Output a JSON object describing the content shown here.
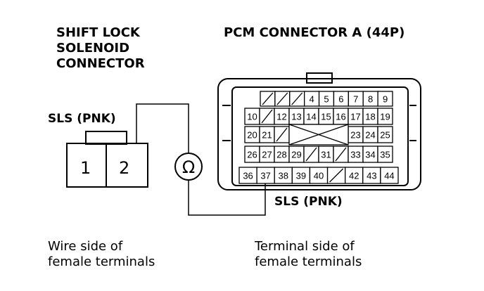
{
  "left": {
    "title_lines": [
      "SHIFT LOCK",
      "SOLENOID",
      "CONNECTOR"
    ],
    "wire_label": "SLS (PNK)",
    "pins": [
      "1",
      "2"
    ],
    "caption_lines": [
      "Wire side of",
      "female terminals"
    ]
  },
  "right": {
    "title": "PCM CONNECTOR A (44P)",
    "wire_label": "SLS (PNK)",
    "caption_lines": [
      "Terminal side of",
      "female terminals"
    ],
    "rows": [
      [
        "/",
        "/",
        "/",
        "4",
        "5",
        "6",
        "7",
        "8",
        "9"
      ],
      [
        "10",
        "/",
        "12",
        "13",
        "14",
        "15",
        "16",
        "17",
        "18",
        "19"
      ],
      [
        "20",
        "21",
        "/",
        "",
        "",
        "",
        "",
        "23",
        "24",
        "25"
      ],
      [
        "26",
        "27",
        "28",
        "29",
        "/",
        "31",
        "/",
        "33",
        "34",
        "35"
      ],
      [
        "36",
        "37",
        "38",
        "39",
        "40",
        "/",
        "42",
        "43",
        "44"
      ]
    ]
  },
  "meter": {
    "symbol": "Ω"
  }
}
